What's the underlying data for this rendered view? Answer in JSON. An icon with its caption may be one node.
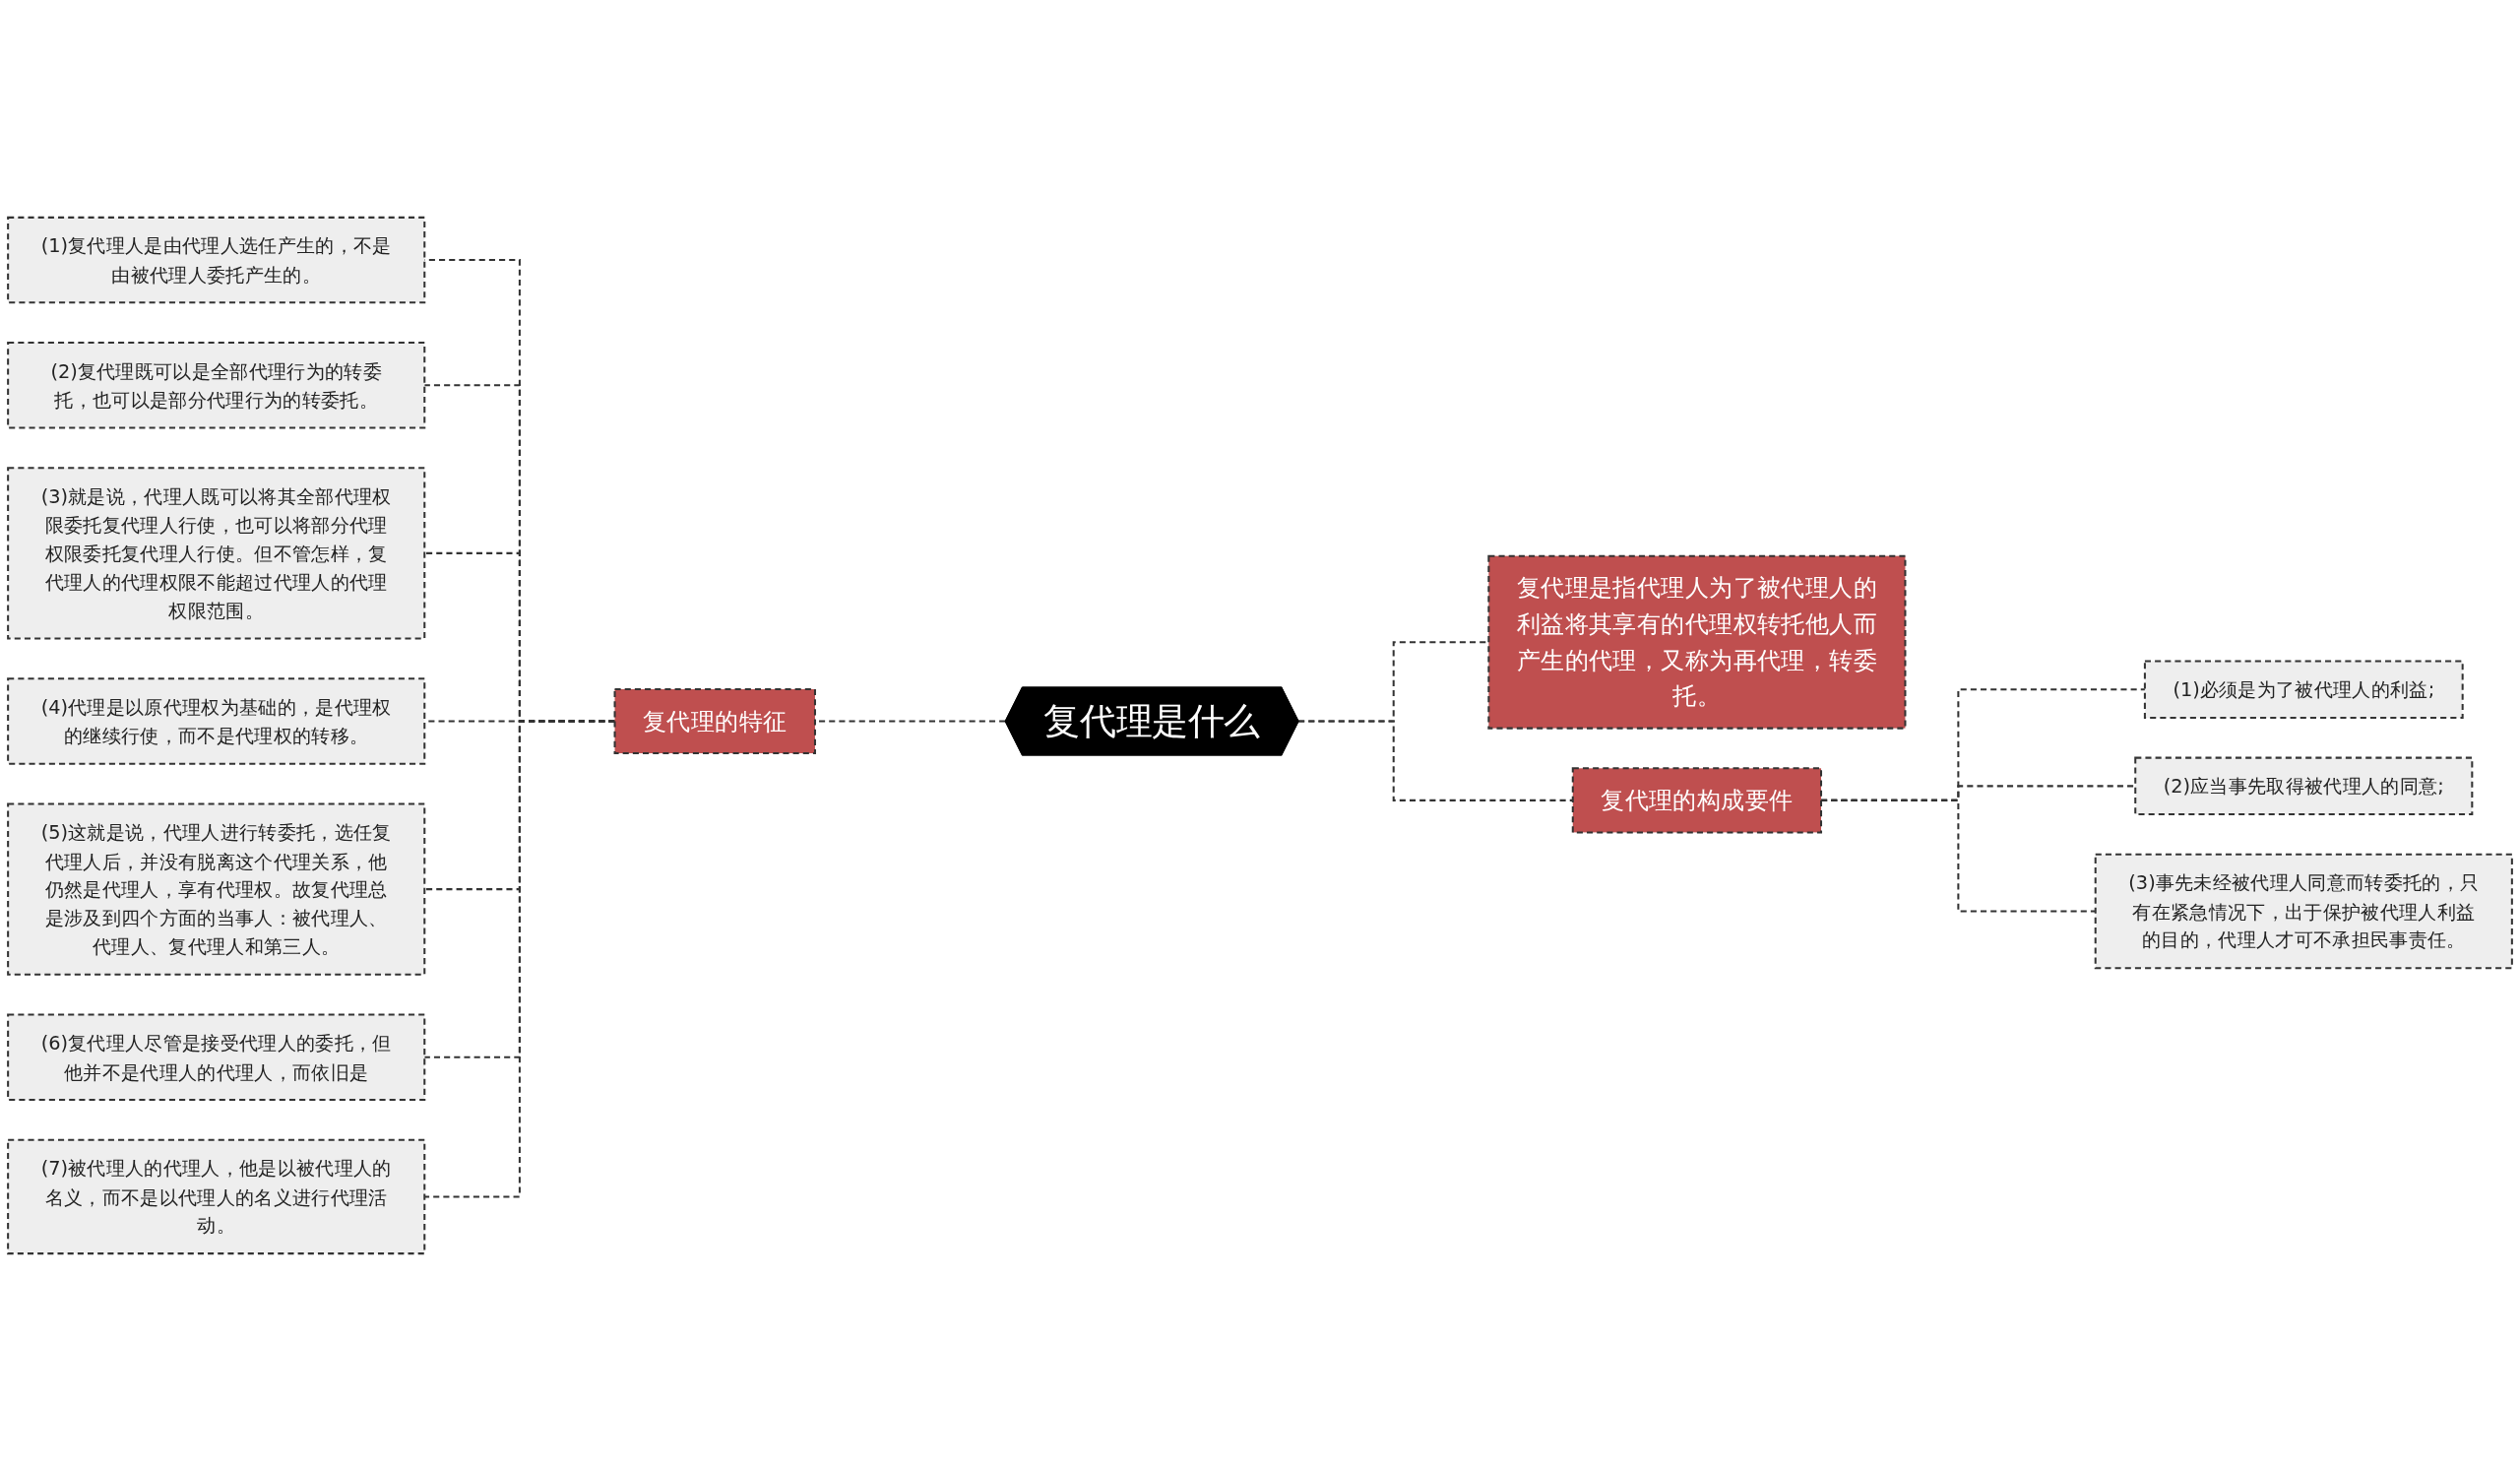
{
  "diagram": {
    "nodes": [
      {
        "text": [
          "复代理是什么"
        ]
      },
      {
        "text": [
          "复代理的特征"
        ]
      },
      {
        "text": [
          "(1)复代理人是由代理人选任产生的，不是由被代理人委托产生的。"
        ]
      },
      {
        "text": [
          "(2)复代理既可以是全部代理行为的转委托，也可以是部分代理行为的转委托。"
        ]
      },
      {
        "text": [
          "(3)就是说，代理人既可以将其全部代理权限委托复代理人行使，也可以将部分代理权限委托复代理人行使。但不管怎样，复代理人的代理权限不能超过代理人的代理权限范围。"
        ]
      },
      {
        "text": [
          "(4)代理是以原代理权为基础的，是代理权的继续行使，而不是代理权的转移。"
        ]
      },
      {
        "text": [
          "(5)这就是说，代理人进行转委托，选任复代理人后，并没有脱离这个代理关系，他仍然是代理人，享有代理权。故复代理总是涉及到四个方面的当事人：被代理人、代理人、复代理人和第三人。"
        ]
      },
      {
        "text": [
          "(6)复代理人尽管是接受代理人的委托，但他并不是代理人的代理人，而依旧是"
        ]
      },
      {
        "text": [
          "(7)被代理人的代理人，他是以被代理人的名义，而不是以代理人的名义进行代理活动。"
        ]
      },
      {
        "text": [
          "复代理是指代理人为了被代理人的利益将其享有的代理权转托他人而产生的代理，又称为再代理，转委托。"
        ]
      },
      {
        "text": [
          "复代理的构成要件"
        ]
      },
      {
        "text": [
          "(1)必须是为了被代理人的利益;"
        ]
      },
      {
        "text": [
          "(2)应当事先取得被代理人的同意;"
        ]
      },
      {
        "text": [
          "(3)事先未经被代理人同意而转委托的，只有在紧急情况下，出于保护被代理人利益的目的，代理人才可不承担民事责任。"
        ]
      }
    ],
    "edges": [
      {
        "from": 0,
        "to": 1,
        "arrow": "none",
        "style": "dashed"
      },
      {
        "from": 1,
        "to": 2,
        "arrow": "none",
        "style": "dashed"
      },
      {
        "from": 1,
        "to": 3,
        "arrow": "none",
        "style": "dashed"
      },
      {
        "from": 1,
        "to": 4,
        "arrow": "none",
        "style": "dashed"
      },
      {
        "from": 1,
        "to": 5,
        "arrow": "none",
        "style": "dashed"
      },
      {
        "from": 1,
        "to": 6,
        "arrow": "none",
        "style": "dashed"
      },
      {
        "from": 1,
        "to": 7,
        "arrow": "none",
        "style": "dashed"
      },
      {
        "from": 1,
        "to": 8,
        "arrow": "none",
        "style": "dashed"
      },
      {
        "from": 0,
        "to": 9,
        "arrow": "none",
        "style": "dashed"
      },
      {
        "from": 0,
        "to": 10,
        "arrow": "none",
        "style": "dashed"
      },
      {
        "from": 10,
        "to": 11,
        "arrow": "none",
        "style": "dashed"
      },
      {
        "from": 10,
        "to": 12,
        "arrow": "none",
        "style": "dashed"
      },
      {
        "from": 10,
        "to": 13,
        "arrow": "none",
        "style": "dashed"
      }
    ]
  }
}
